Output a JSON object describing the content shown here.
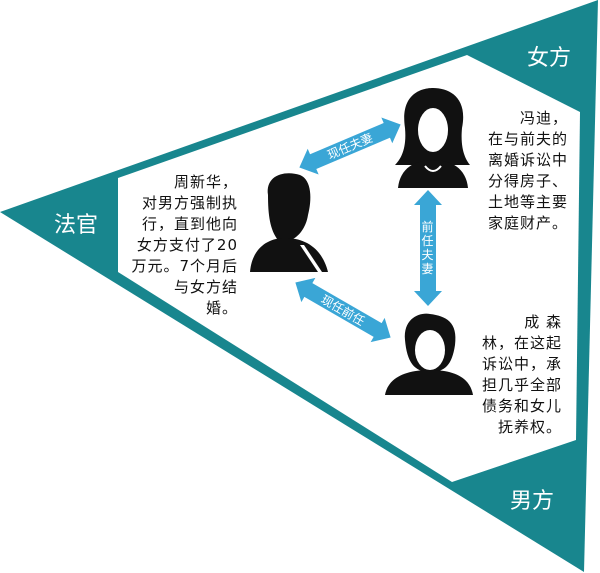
{
  "colors": {
    "teal": "#18868e",
    "arrow": "#3aa6d6",
    "silhouette": "#111111"
  },
  "corners": {
    "judge": "法官",
    "woman": "女方",
    "man": "男方"
  },
  "relations": {
    "current_couple": "现任夫妻",
    "former_couple": "前任夫妻",
    "current_former": "现任前任"
  },
  "judge_text": [
    "周新华，",
    "对男方强制执",
    "行，直到他向",
    "女方支付了20",
    "万元。7个月后",
    "与女方结",
    "婚。"
  ],
  "woman_text": [
    "冯迪，",
    "在与前夫的",
    "离婚诉讼中",
    "分得房子、",
    "土地等主要",
    "家庭财产。"
  ],
  "man_text": [
    "成 森",
    "林，在这起",
    "诉讼中，承",
    "担几乎全部",
    "债务和女儿",
    "抚养权。"
  ]
}
